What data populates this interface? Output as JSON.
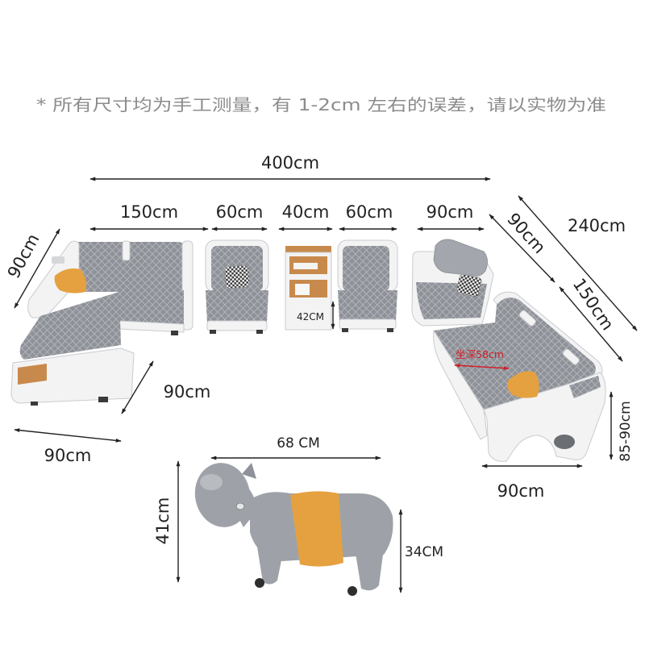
{
  "notice": "* 所有尺寸均为手工测量，有 1-2cm 左右的误差，请以实物为准",
  "sofa_dimensions": {
    "overall_width": "400cm",
    "chaise_back_width": "150cm",
    "armless_chair_left_width": "60cm",
    "console_width": "40cm",
    "armless_chair_right_width": "60cm",
    "corner_width": "90cm",
    "chaise_side_depth": "90cm",
    "corner_side_depth": "90cm",
    "right_run_total": "240cm",
    "right_section_length": "150cm",
    "console_height": "42CM",
    "seat_depth": "坐深58cm",
    "chaise_lounger_depth": "90cm",
    "chaise_front_width": "90cm",
    "right_section_depth": "90cm",
    "back_height": "85-90cm"
  },
  "stool_dimensions": {
    "length": "68 CM",
    "height": "41cm",
    "seat_height": "34CM"
  },
  "colors": {
    "text": "#222222",
    "notice": "#8c8c8c",
    "red": "#d0202a",
    "fabric": "#8e9298",
    "frame": "#f3f3f4",
    "pillow": "#e5a140",
    "wood": "#c88a4c",
    "stool": "#9ea2a8"
  }
}
